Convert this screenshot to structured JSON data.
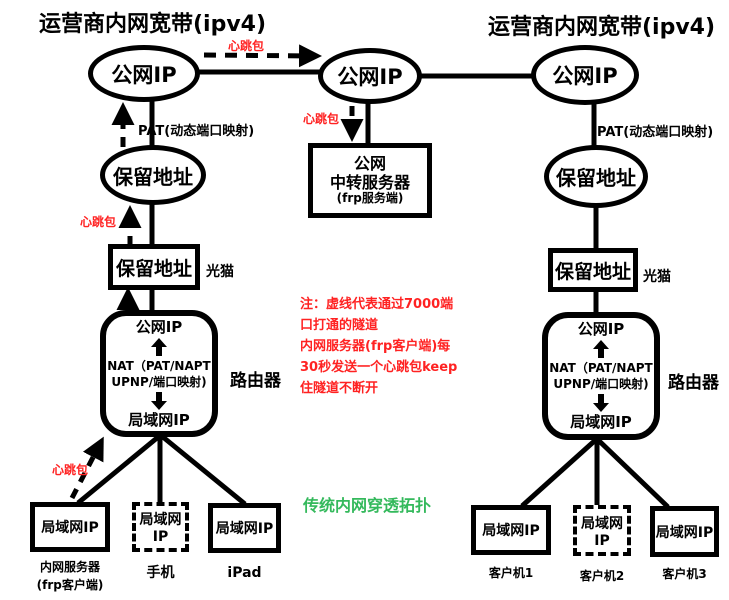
{
  "titles": {
    "left": "运营商内网宽带(ipv4)",
    "right": "运营商内网宽带(ipv4)"
  },
  "ellipses": {
    "public_ip": "公网IP",
    "reserved": "保留地址"
  },
  "relay_server": {
    "line1": "公网",
    "line2": "中转服务器",
    "line3": "(frp服务端)"
  },
  "router": {
    "top": "公网IP",
    "nat1": "NAT（PAT/NAPT",
    "nat2": "UPNP/端口映射)",
    "bottom": "局域网IP",
    "label": "路由器"
  },
  "labels": {
    "pat": "PAT(动态端口映射)",
    "modem": "光猫",
    "heartbeat": "心跳包",
    "lan_ip": "局域网IP",
    "green_caption": "传统内网穿透拓扑"
  },
  "devices": {
    "left": [
      {
        "line1": "内网服务器",
        "line2": "(frp客户端)"
      },
      {
        "line1": "手机",
        "line2": ""
      },
      {
        "line1": "iPad",
        "line2": ""
      }
    ],
    "right": [
      {
        "line1": "客户机1"
      },
      {
        "line1": "客户机2"
      },
      {
        "line1": "客户机3"
      }
    ]
  },
  "note": {
    "lines": [
      "注：虚线代表通过7000端",
      "口打通的隧道",
      "内网服务器(frp客户端)每",
      "30秒发送一个心跳包keep",
      "住隧道不断开"
    ]
  },
  "colors": {
    "stroke": "#000000",
    "heartbeat_red": "#ff2222",
    "caption_green": "#34b95c",
    "background": "#ffffff"
  }
}
